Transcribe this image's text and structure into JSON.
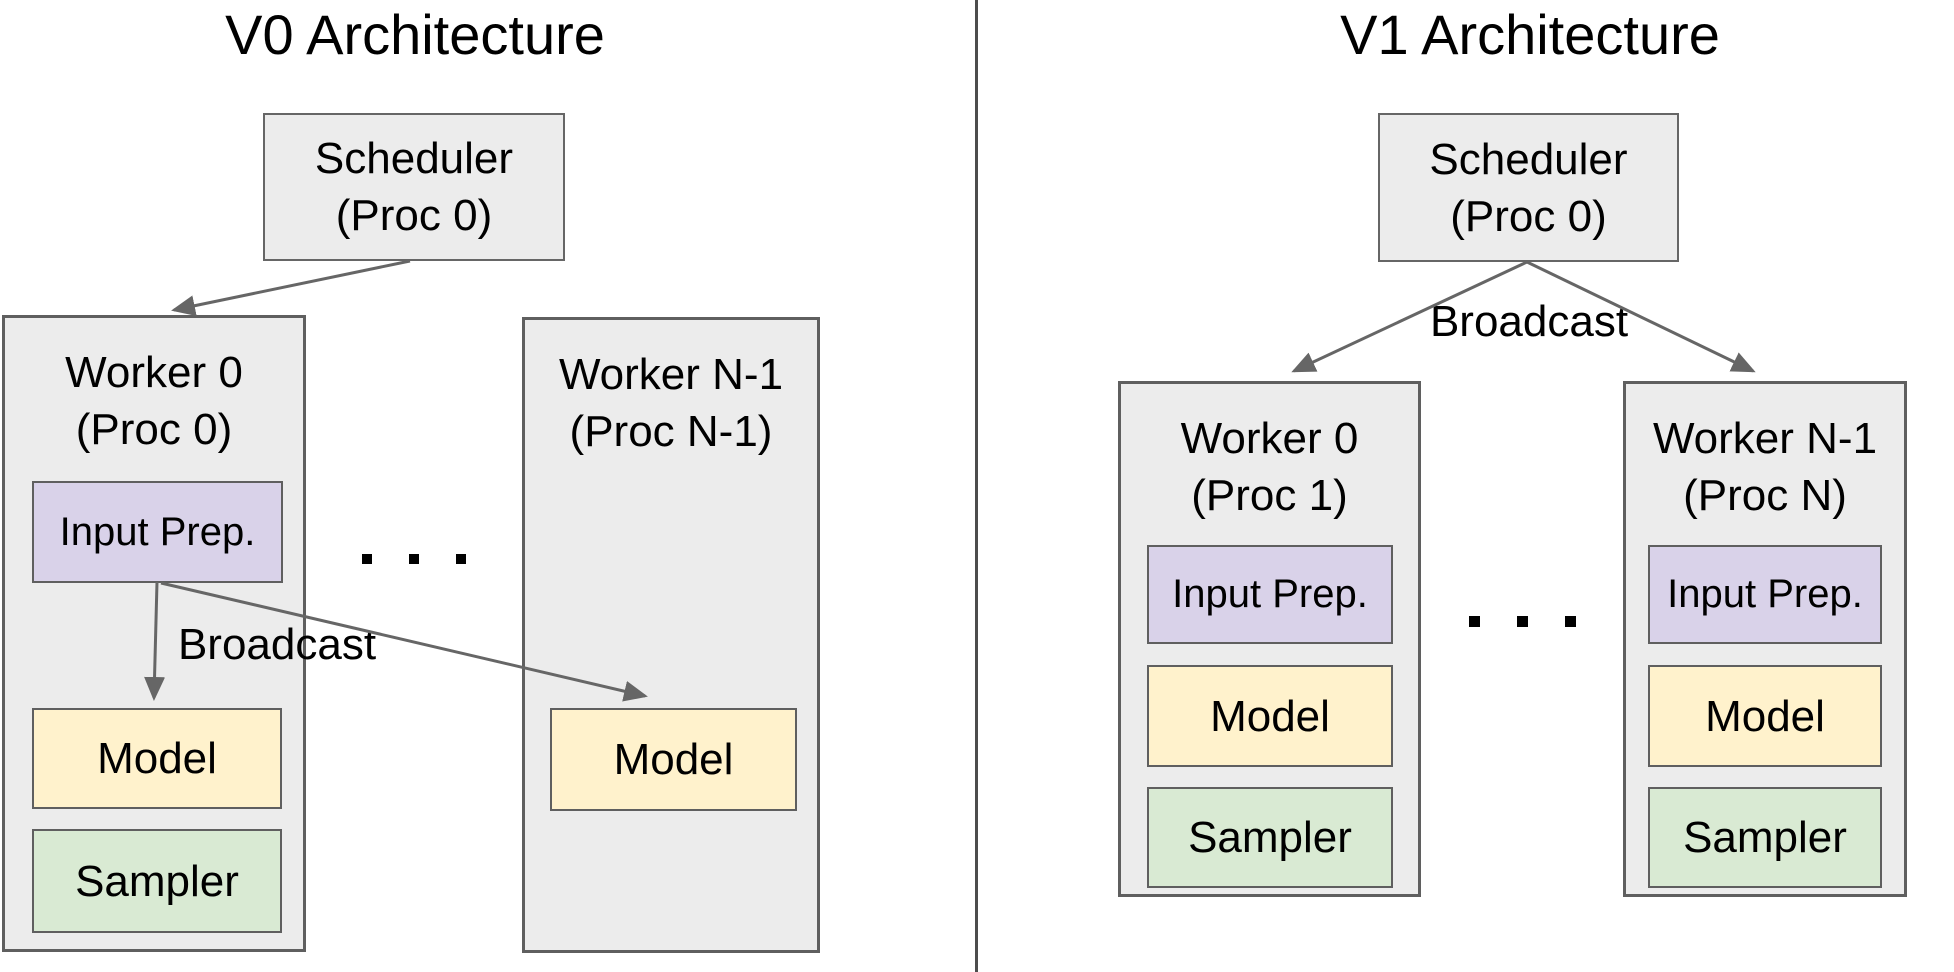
{
  "left_panel": {
    "title": "V0 Architecture",
    "scheduler": {
      "name": "Scheduler",
      "proc": "(Proc 0)"
    },
    "broadcast_label": "Broadcast",
    "ellipsis": ". . .",
    "worker0": {
      "name": "Worker 0",
      "proc": "(Proc 0)",
      "input_prep": "Input Prep.",
      "model": "Model",
      "sampler": "Sampler"
    },
    "workerN": {
      "name": "Worker N-1",
      "proc": "(Proc N-1)",
      "model": "Model"
    }
  },
  "right_panel": {
    "title": "V1 Architecture",
    "scheduler": {
      "name": "Scheduler",
      "proc": "(Proc 0)"
    },
    "broadcast_label": "Broadcast",
    "ellipsis": ". . .",
    "worker0": {
      "name": "Worker 0",
      "proc": "(Proc 1)",
      "input_prep": "Input Prep.",
      "model": "Model",
      "sampler": "Sampler"
    },
    "workerN": {
      "name": "Worker N-1",
      "proc": "(Proc N)",
      "input_prep": "Input Prep.",
      "model": "Model",
      "sampler": "Sampler"
    }
  },
  "colors": {
    "box_gray": "#ececec",
    "input_prep_fill": "#d9d2e9",
    "model_fill": "#fff2cc",
    "sampler_fill": "#d9ead3",
    "border_gray": "#5f5f5f",
    "arrow_gray": "#666666",
    "divider_gray": "#4d4d4d",
    "text_black": "#000000"
  }
}
